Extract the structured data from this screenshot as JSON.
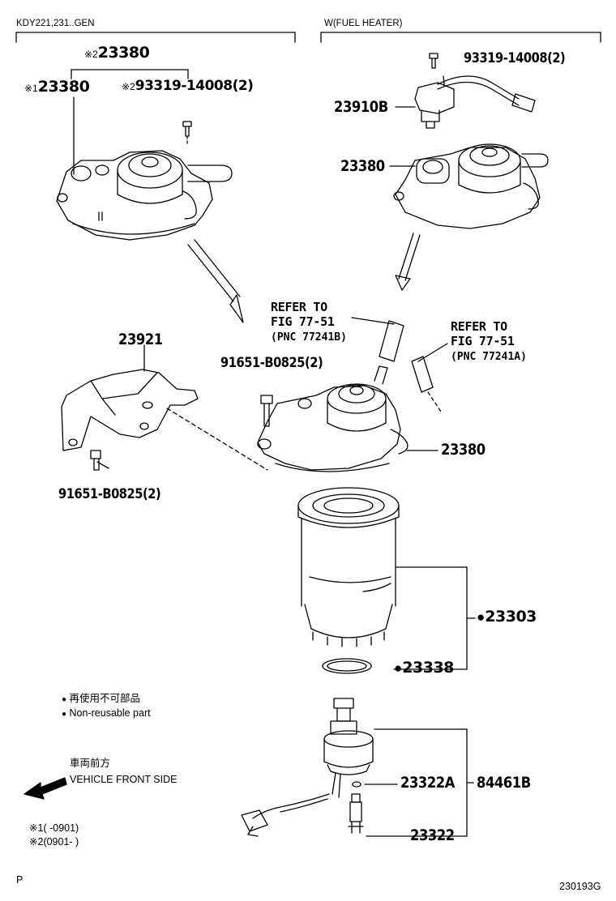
{
  "headers": {
    "left_model": "KDY221,231..GEN",
    "right_variant": "W(FUEL HEATER)"
  },
  "markers": {
    "note1": "※1",
    "note2": "※2",
    "bullet": "●"
  },
  "parts": {
    "top_assy_left": "23380",
    "housing_left": "23380",
    "screw_left": "93319-14008(2)",
    "screw_right": "93319-14008(2)",
    "heater": "23910B",
    "housing_right": "23380",
    "bracket": "23921",
    "bolt_upper": "91651-B0825(2)",
    "bolt_lower": "91651-B0825(2)",
    "housing_main": "23380",
    "filter_element": "23303",
    "gasket": "23338",
    "oring": "23322A",
    "sensor_assy": "84461B",
    "switch": "23322"
  },
  "refs": {
    "ref_b_line1": "REFER TO",
    "ref_b_line2": "FIG 77-51",
    "ref_b_line3": "(PNC 77241B)",
    "ref_a_line1": "REFER TO",
    "ref_a_line2": "FIG 77-51",
    "ref_a_line3": "(PNC 77241A)"
  },
  "legend": {
    "nonreusable_jp": "再使用不可部品",
    "nonreusable_en": "Non-reusable part",
    "front_jp": "車両前方",
    "front_en": "VEHICLE FRONT SIDE",
    "note1_text": "(        -0901)",
    "note2_text": "(0901-        )"
  },
  "footer": {
    "page_letter": "P",
    "figure_code": "230193G"
  }
}
